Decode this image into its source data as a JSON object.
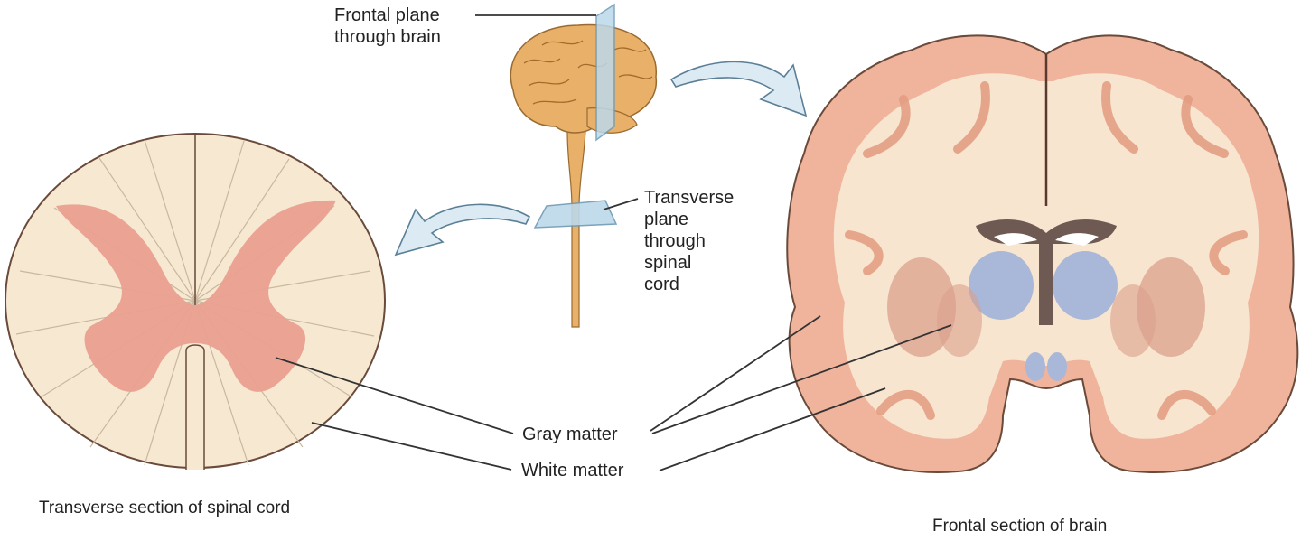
{
  "labels": {
    "frontal_plane": [
      "Frontal plane",
      "through brain"
    ],
    "transverse_plane": [
      "Transverse",
      "plane",
      "through",
      "spinal",
      "cord"
    ],
    "gray_matter": "Gray matter",
    "white_matter": "White matter"
  },
  "captions": {
    "spinal_cord": "Transverse section of spinal cord",
    "brain": "Frontal section of brain"
  },
  "colors": {
    "white_matter": "#f7e8d2",
    "gray_matter": "#eaa090",
    "cortex": "#f0b49c",
    "brain_model": "#e8b068",
    "plane": "#bcd9ea",
    "arrow": "#dceaf3",
    "ventricle": "#6e5a52",
    "nucleus": "#a9b7d8",
    "deep_gray": "#dba08c",
    "outline": "#6a4a3a",
    "leader_line": "#333333"
  }
}
